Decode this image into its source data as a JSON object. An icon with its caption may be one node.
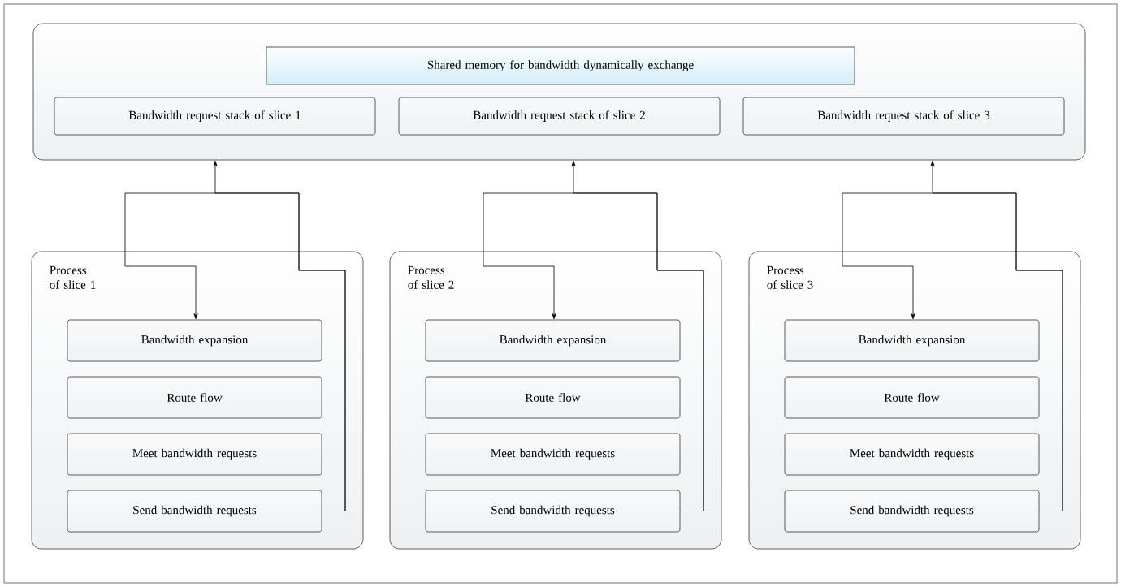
{
  "diagram": {
    "nodes": [
      {
        "text": [],
        "shape": "box"
      },
      {
        "text": [
          "Shared memory for bandwidth dynamically exchange"
        ],
        "in": 0
      },
      {
        "text": [
          "Bandwidth request stack of slice 1"
        ],
        "in": 0
      },
      {
        "text": [
          "Bandwidth request stack of slice 2"
        ],
        "in": 0
      },
      {
        "text": [
          "Bandwidth request stack of slice 3"
        ],
        "in": 0
      },
      {
        "text": [
          "Process of slice 1"
        ]
      },
      {
        "text": [
          "Bandwidth expansion"
        ],
        "in": 5
      },
      {
        "text": [
          "Route flow"
        ],
        "in": 5
      },
      {
        "text": [
          "Meet bandwidth requests"
        ],
        "in": 5
      },
      {
        "text": [
          "Send bandwidth requests"
        ],
        "in": 5
      },
      {
        "text": [
          "Process of slice 2"
        ]
      },
      {
        "text": [
          "Bandwidth expansion"
        ],
        "in": 10
      },
      {
        "text": [
          "Route flow"
        ],
        "in": 10
      },
      {
        "text": [
          "Meet bandwidth requests"
        ],
        "in": 10
      },
      {
        "text": [
          "Send bandwidth requests"
        ],
        "in": 10
      },
      {
        "text": [
          "Process of slice 3"
        ]
      },
      {
        "text": [
          "Bandwidth expansion"
        ],
        "in": 15
      },
      {
        "text": [
          "Route flow"
        ],
        "in": 15
      },
      {
        "text": [
          "Meet bandwidth requests"
        ],
        "in": 15
      },
      {
        "text": [
          "Send bandwidth requests"
        ],
        "in": 15
      }
    ],
    "edges": [
      {
        "from": 9,
        "to": 0,
        "arrow": "to"
      },
      {
        "from": 9,
        "to": 6,
        "arrow": "to"
      },
      {
        "from": 14,
        "to": 0,
        "arrow": "to"
      },
      {
        "from": 14,
        "to": 11,
        "arrow": "to"
      },
      {
        "from": 19,
        "to": 0,
        "arrow": "to"
      },
      {
        "from": 19,
        "to": 16,
        "arrow": "to"
      }
    ]
  }
}
